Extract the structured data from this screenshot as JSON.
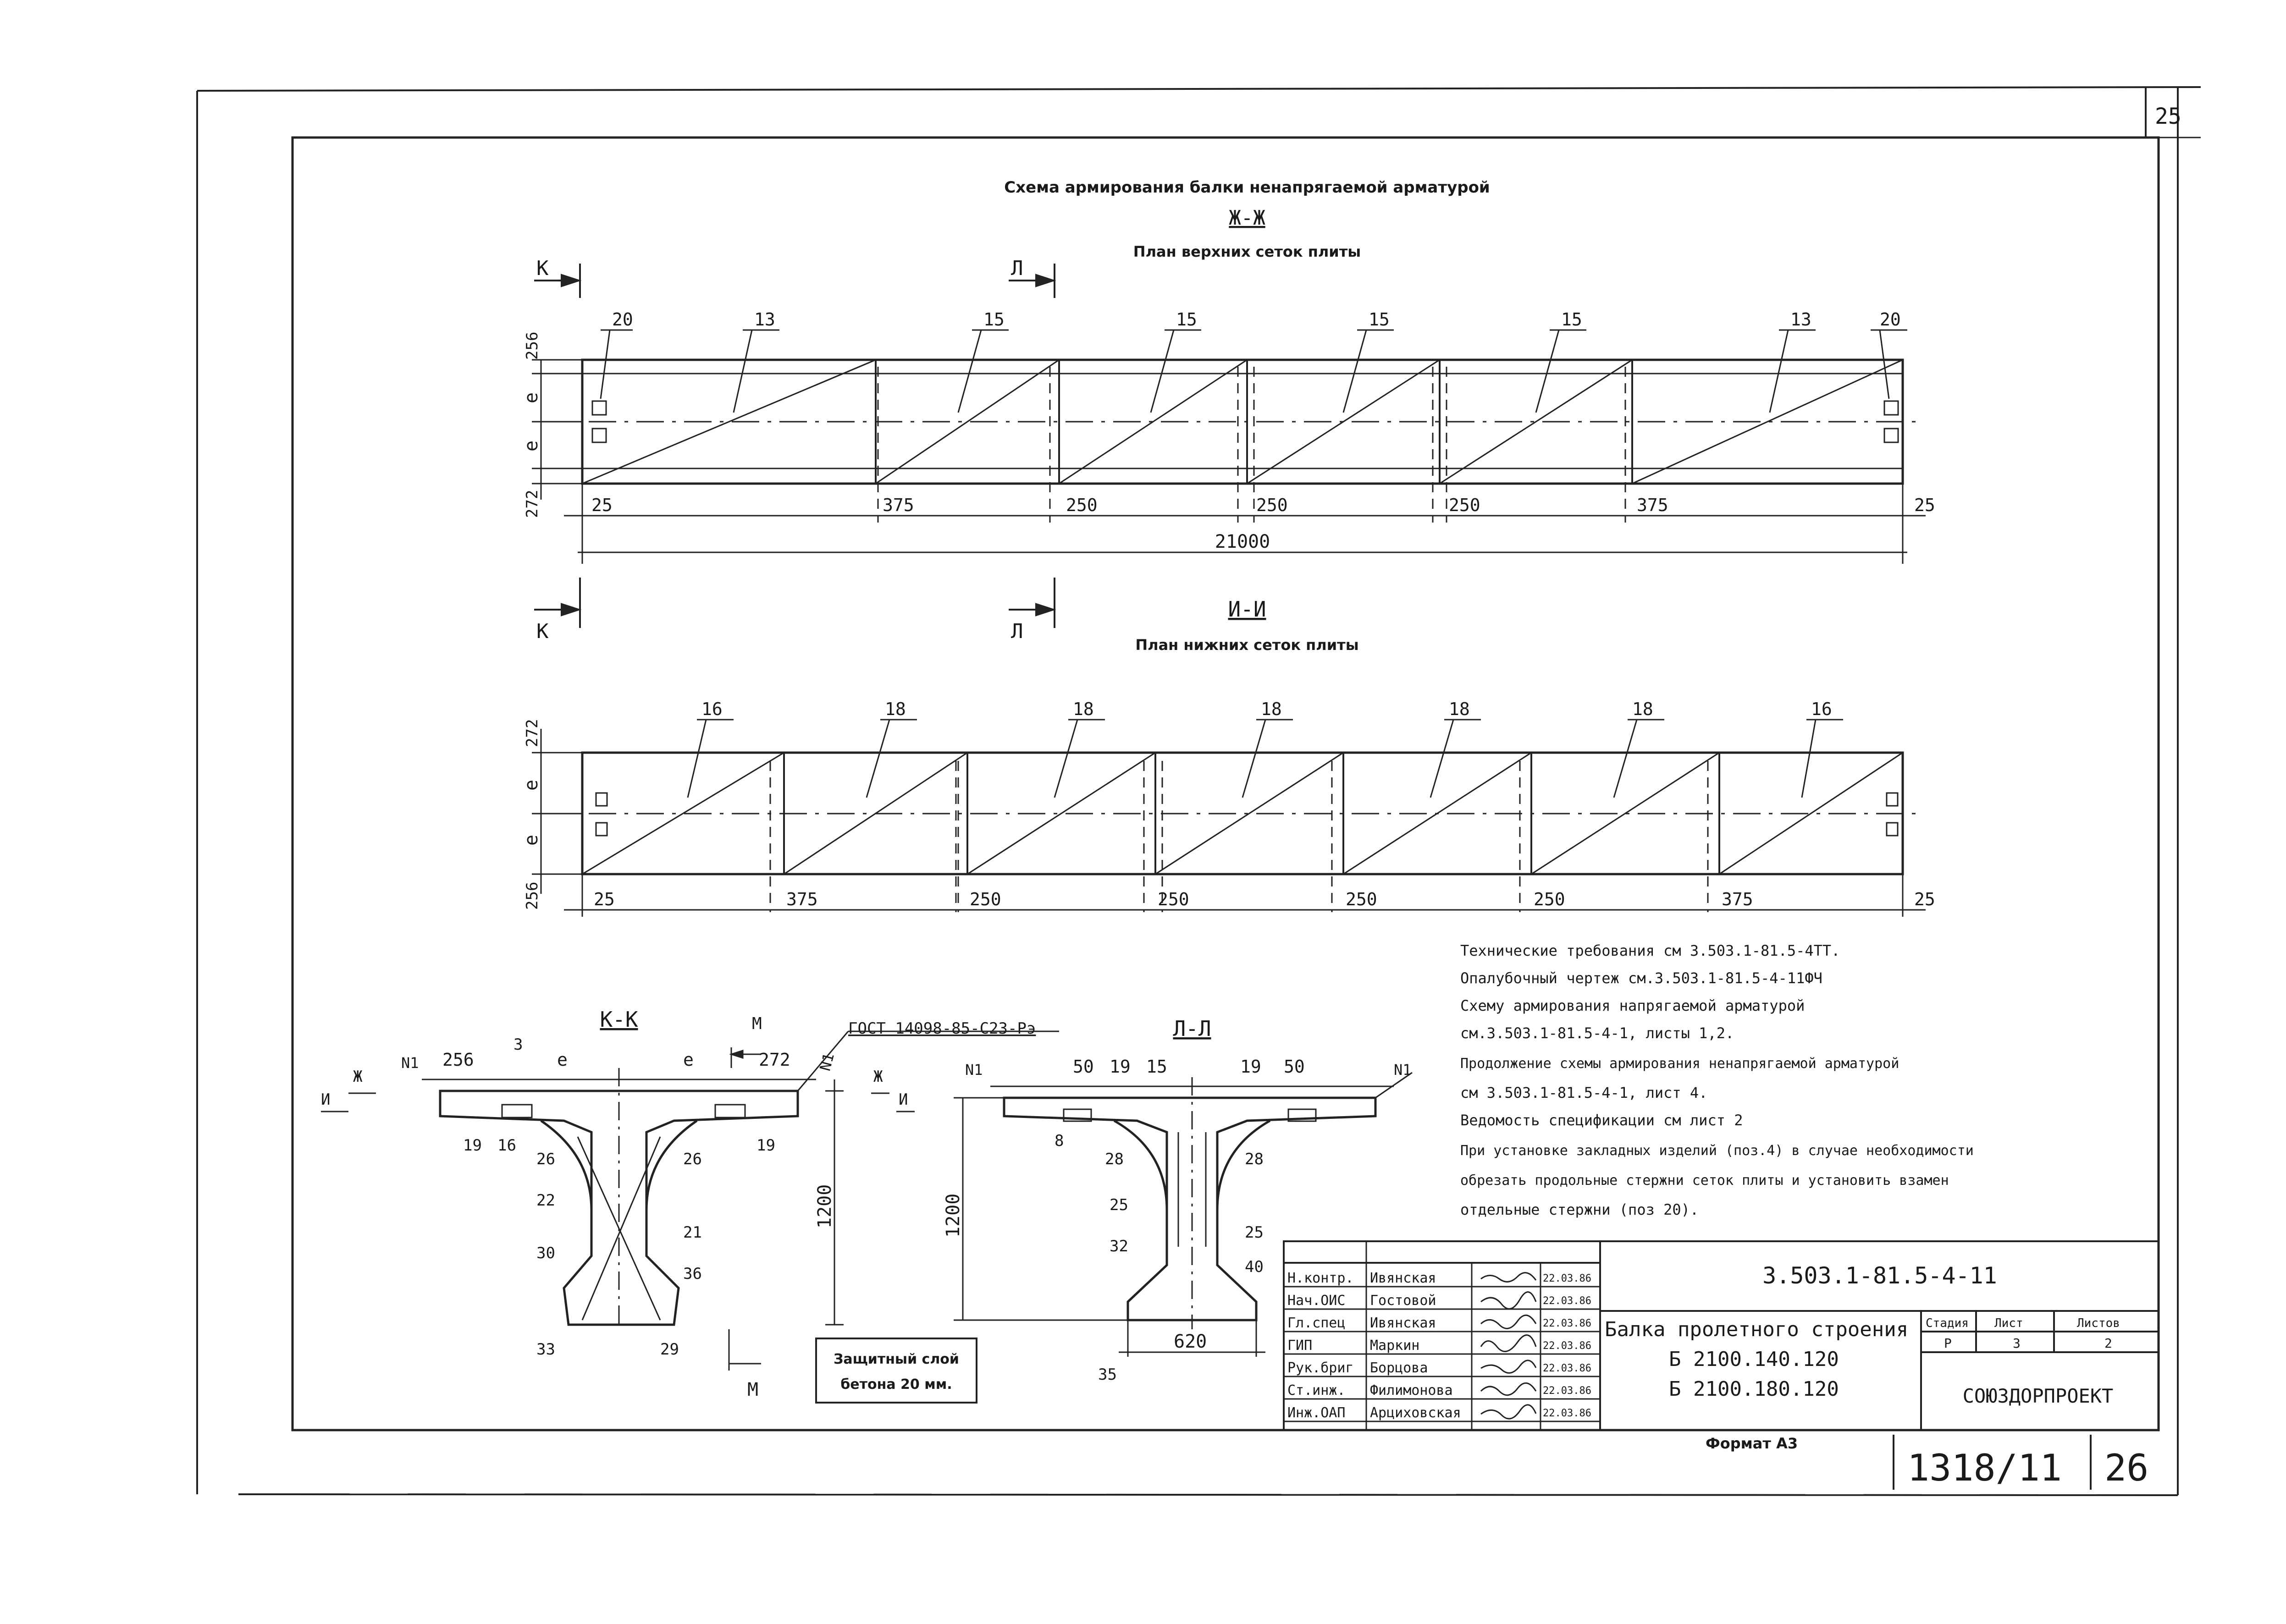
{
  "header": {
    "corner_sheet": "25",
    "title_main": "Схема армирования балки ненапрягаемой арматурой",
    "section_zh": "Ж-Ж",
    "plan_top_title": "План верхних сеток плиты",
    "section_i": "И-И",
    "plan_bottom_title": "План нижних сеток плиты"
  },
  "top_plan": {
    "marks": [
      "20",
      "13",
      "15",
      "15",
      "15",
      "15",
      "13",
      "20"
    ],
    "dims": [
      "25",
      "375",
      "250",
      "250",
      "250",
      "375",
      "25"
    ],
    "total": "21000",
    "left_dims": [
      "256",
      "е",
      "е",
      "272"
    ],
    "cut_k": "К",
    "cut_l": "Л"
  },
  "bottom_plan": {
    "marks": [
      "16",
      "18",
      "18",
      "18",
      "18",
      "18",
      "16"
    ],
    "dims": [
      "25",
      "375",
      "250",
      "250",
      "250",
      "250",
      "375",
      "25"
    ],
    "left_dims": [
      "272",
      "е",
      "е",
      "256"
    ]
  },
  "section_kk": {
    "title": "К-К",
    "gost": "ГОСТ 14098-85-С23-Рэ",
    "top_dims": [
      "256",
      "3",
      "е",
      "е",
      "272"
    ],
    "marks_left": [
      "N1",
      "19",
      "16",
      "26",
      "22",
      "30",
      "33"
    ],
    "marks_right": [
      "N1",
      "19",
      "26",
      "21",
      "36",
      "29"
    ],
    "height": "1200",
    "m": "М",
    "zh": "Ж",
    "i": "И",
    "cover_note_1": "Защитный слой",
    "cover_note_2": "бетона 20 мм."
  },
  "section_ll": {
    "title": "Л-Л",
    "top_dims": [
      "50",
      "19",
      "15",
      "19",
      "50"
    ],
    "marks_left": [
      "N1",
      "8",
      "28",
      "25",
      "32",
      "35"
    ],
    "marks_right": [
      "N1",
      "28",
      "25",
      "40"
    ],
    "height": "1200",
    "width": "620"
  },
  "notes": [
    "Технические требования см 3.503.1-81.5-4ТТ.",
    "Опалубочный чертеж см.3.503.1-81.5-4-11ФЧ",
    "Схему армирования напрягаемой арматурой",
    "см.3.503.1-81.5-4-1, листы 1,2.",
    "Продолжение схемы армирования ненапрягаемой арматурой",
    "см 3.503.1-81.5-4-1, лист 4.",
    "Ведомость спецификации см лист 2",
    "При установке закладных изделий (поз.4) в случае необходимости",
    "обрезать продольные стержни сеток плиты и установить взамен",
    "отдельные стержни (поз 20)."
  ],
  "title_block": {
    "doc_code": "3.503.1-81.5-4-11",
    "rows": [
      {
        "role": "Н.контр.",
        "name": "Ивянская",
        "date": "22.03.86"
      },
      {
        "role": "Нач.ОИС",
        "name": "Гостовой",
        "date": "22.03.86"
      },
      {
        "role": "Гл.спец",
        "name": "Ивянская",
        "date": "22.03.86"
      },
      {
        "role": "ГИП",
        "name": "Маркин",
        "date": "22.03.86"
      },
      {
        "role": "Рук.бриг",
        "name": "Борцова",
        "date": "22.03.86"
      },
      {
        "role": "Ст.инж.",
        "name": "Филимонова",
        "date": "22.03.86"
      },
      {
        "role": "Инж.ОАП",
        "name": "Арциховская",
        "date": "22.03.86"
      }
    ],
    "name_line1": "Балка пролетного строения",
    "name_line2": "Б 2100.140.120",
    "name_line3": "Б 2100.180.120",
    "stage_h": "Стадия",
    "sheet_h": "Лист",
    "sheets_h": "Листов",
    "stage_v": "Р",
    "sheet_v": "3",
    "sheets_v": "2",
    "org": "СОЮЗДОРПРОЕКТ",
    "format": "Формат А3",
    "archive": "1318/11",
    "page": "26"
  }
}
